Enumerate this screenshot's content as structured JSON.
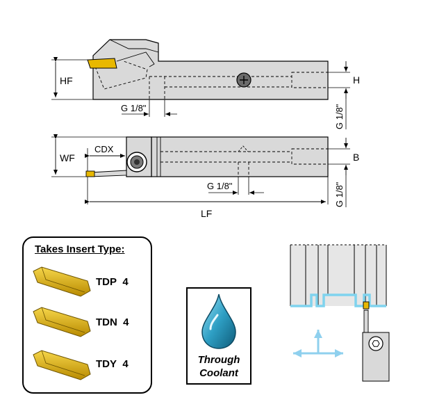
{
  "dimensions": {
    "hf": "HF",
    "h": "H",
    "wf": "WF",
    "b": "B",
    "cdx": "CDX",
    "lf": "LF",
    "g_top_bottom": "G 1/8\"",
    "g_top_side": "G 1/8\"",
    "g_lower_bottom": "G 1/8\"",
    "g_lower_side": "G 1/8\""
  },
  "inserts": {
    "title": "Takes Insert Type:",
    "items": [
      {
        "code": "TDP",
        "size": "4"
      },
      {
        "code": "TDN",
        "size": "4"
      },
      {
        "code": "TDY",
        "size": "4"
      }
    ]
  },
  "coolant": {
    "line1": "Through",
    "line2": "Coolant"
  },
  "colors": {
    "body": "#d9d9d9",
    "insert_gold": "#e8b800",
    "coolant_drop": "#2e9fc4",
    "groove_line": "#7fd3ee",
    "arrows": "#8fd0ee"
  }
}
